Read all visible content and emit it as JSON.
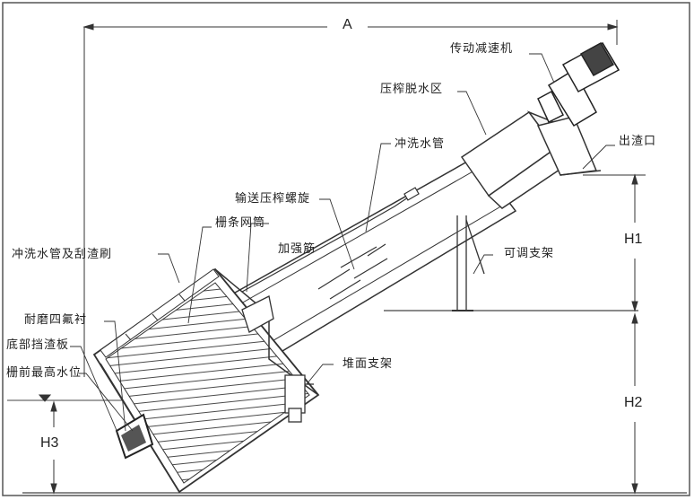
{
  "labels": {
    "motor": "传动减速机",
    "press_zone": "压榨脱水区",
    "wash_pipe_top": "冲洗水管",
    "outlet": "出渣口",
    "screw": "输送压榨螺旋",
    "screen_drum": "栅条网筒",
    "rib": "加强筋",
    "adjustable_support": "可调支架",
    "wash_brush": "冲洗水管及刮渣刷",
    "ptfe_liner": "耐磨四氟衬",
    "bottom_baffle": "底部挡渣板",
    "max_water_level": "栅前最高水位",
    "ground_support": "堆面支架"
  },
  "dimensions": {
    "a": "A",
    "h1": "H1",
    "h2": "H2",
    "h3": "H3"
  }
}
